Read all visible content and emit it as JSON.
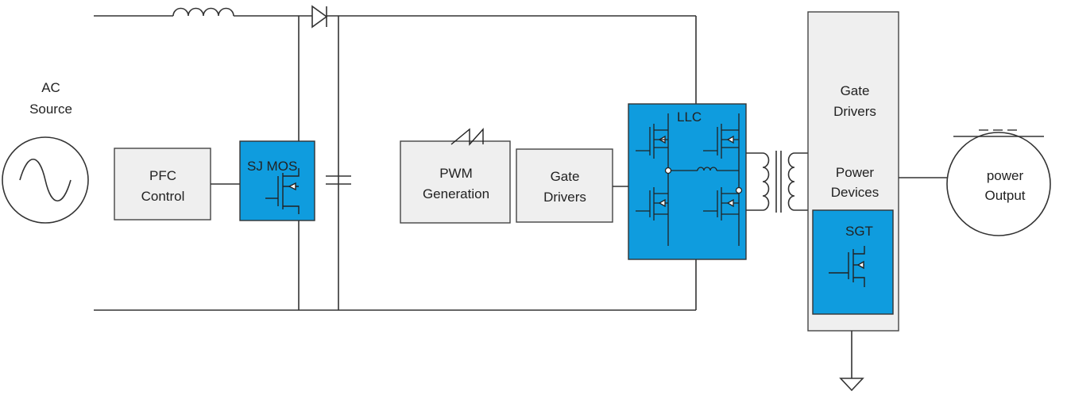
{
  "source": {
    "line1": "AC",
    "line2": "Source"
  },
  "pfc": {
    "line1": "PFC",
    "line2": "Control"
  },
  "sj_mos": {
    "label": "SJ MOS"
  },
  "pwm": {
    "line1": "PWM",
    "line2": "Generation"
  },
  "gate_drivers_mid": {
    "line1": "Gate",
    "line2": "Drivers"
  },
  "llc": {
    "label": "LLC"
  },
  "secondary": {
    "gate_line1": "Gate",
    "gate_line2": "Drivers",
    "power_line1": "Power",
    "power_line2": "Devices"
  },
  "sgt": {
    "label": "SGT"
  },
  "output": {
    "line1": "power",
    "line2": "Output"
  },
  "colors": {
    "accent_blue": "#0f9cde",
    "box_gray": "#efefef",
    "wire": "#333333"
  }
}
